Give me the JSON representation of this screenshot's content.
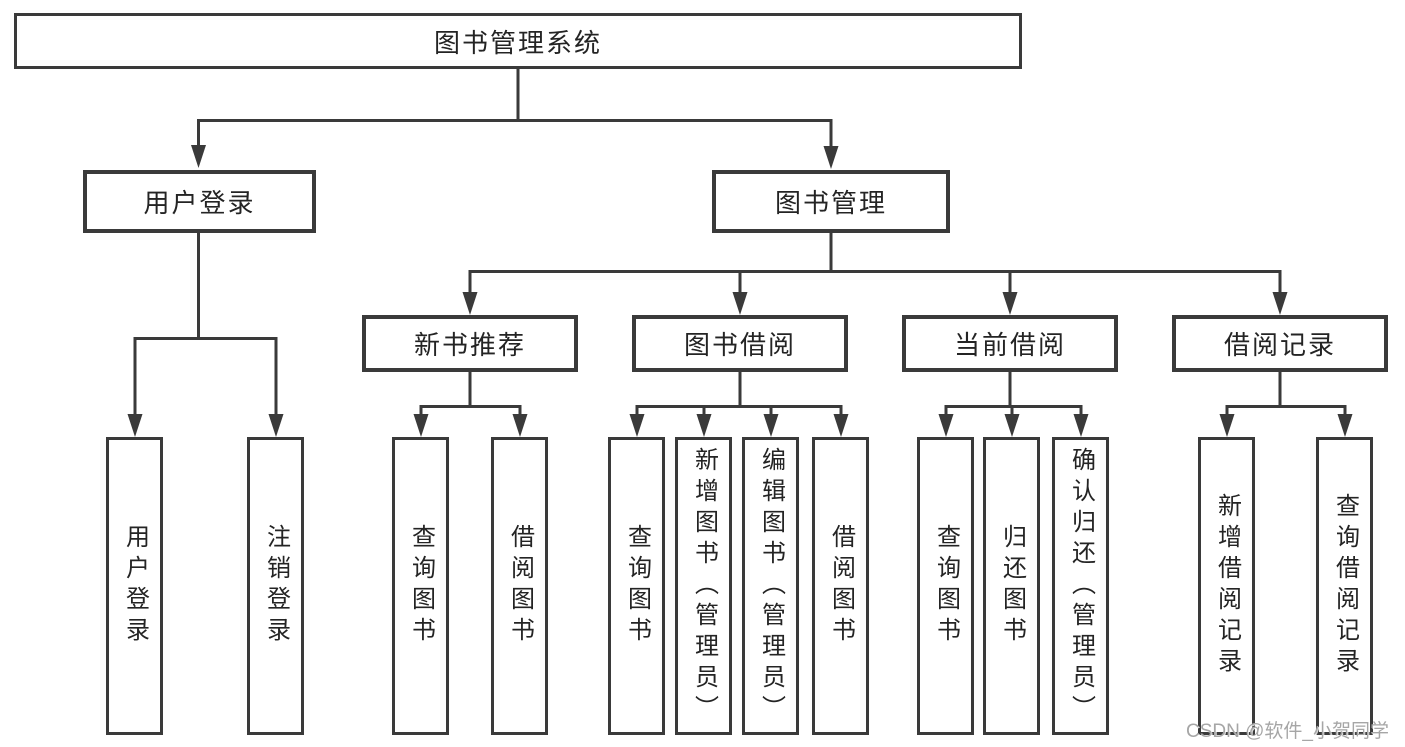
{
  "colors": {
    "line": "#3a3a3a",
    "box_background": "#ffffff",
    "text": "#242424",
    "watermark_text": "#a6a6a6"
  },
  "watermark": "CSDN @软件_小贺同学",
  "tree": {
    "label": "图书管理系统",
    "children": [
      {
        "label": "用户登录",
        "children": [
          {
            "label": "用户登录"
          },
          {
            "label": "注销登录"
          }
        ]
      },
      {
        "label": "图书管理",
        "children": [
          {
            "label": "新书推荐",
            "children": [
              {
                "label": "查询图书"
              },
              {
                "label": "借阅图书"
              }
            ]
          },
          {
            "label": "图书借阅",
            "children": [
              {
                "label": "查询图书"
              },
              {
                "label": "新增图书（管理员）"
              },
              {
                "label": "编辑图书（管理员）"
              },
              {
                "label": "借阅图书"
              }
            ]
          },
          {
            "label": "当前借阅",
            "children": [
              {
                "label": "查询图书"
              },
              {
                "label": "归还图书"
              },
              {
                "label": "确认归还（管理员）"
              }
            ]
          },
          {
            "label": "借阅记录",
            "children": [
              {
                "label": "新增借阅记录"
              },
              {
                "label": "查询借阅记录"
              }
            ]
          }
        ]
      }
    ]
  }
}
